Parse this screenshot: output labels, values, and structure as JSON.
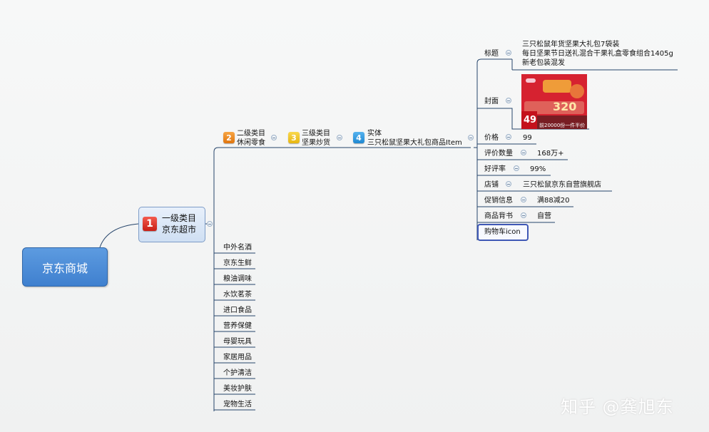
{
  "root": {
    "label": "京东商城"
  },
  "level1": {
    "badge": "1",
    "title": "一级类目",
    "value": "京东超市"
  },
  "level2": {
    "badge": "2",
    "title": "二级类目",
    "value": "休闲零食"
  },
  "level3": {
    "badge": "3",
    "title": "三级类目",
    "value": "坚果炒货"
  },
  "level4": {
    "badge": "4",
    "title": "实体",
    "value": "三只松鼠坚果大礼包商品Item"
  },
  "attributes": [
    {
      "label": "标题",
      "lines": [
        "三只松鼠年货坚果大礼包7袋装",
        "每日坚果节日送礼混合干果礼盒零食组合1405g",
        "新老包装混发"
      ]
    },
    {
      "label": "封面"
    },
    {
      "label": "价格",
      "value": "99"
    },
    {
      "label": "评价数量",
      "value": "168万+"
    },
    {
      "label": "好评率",
      "value": "99%"
    },
    {
      "label": "店铺",
      "value": "三只松鼠京东自营旗舰店"
    },
    {
      "label": "促销信息",
      "value": "满88减20"
    },
    {
      "label": "商品背书",
      "value": "自营"
    },
    {
      "label": "购物车icon"
    }
  ],
  "cover_image": {
    "big_number": "320",
    "price": "49",
    "caption": "前20000份一件半价"
  },
  "siblings": [
    "中外名酒",
    "京东生鲜",
    "粮油调味",
    "水饮茗茶",
    "进口食品",
    "营养保健",
    "母婴玩具",
    "家居用品",
    "个护清洁",
    "美妆护肤",
    "宠物生活"
  ],
  "watermark": "知乎 @龚旭东",
  "colors": {
    "root": "#4a8ad6",
    "highlight_border": "#3f58b5",
    "line": "#26456b"
  }
}
